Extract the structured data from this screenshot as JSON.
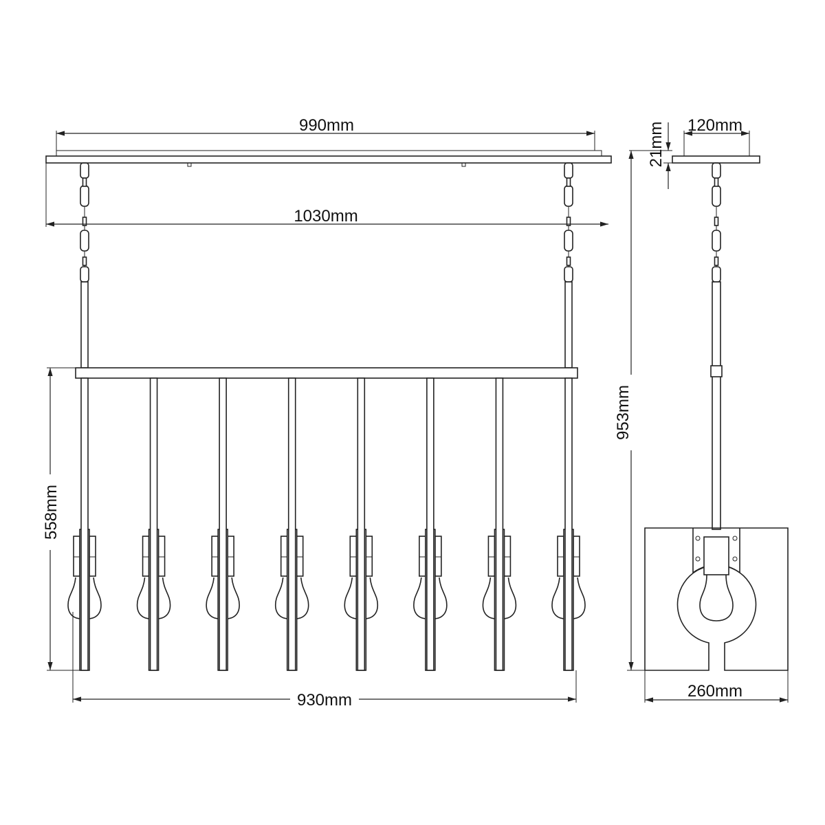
{
  "dimensions": {
    "canopy_length": "990mm",
    "overall_width": "1030mm",
    "drop_height": "558mm",
    "bar_length": "930mm",
    "canopy_width": "120mm",
    "canopy_depth": "21mm",
    "overall_height": "953mm",
    "shade_width": "260mm"
  },
  "lamp_count": 8,
  "colors": {
    "line": "#222222",
    "background": "#ffffff"
  }
}
